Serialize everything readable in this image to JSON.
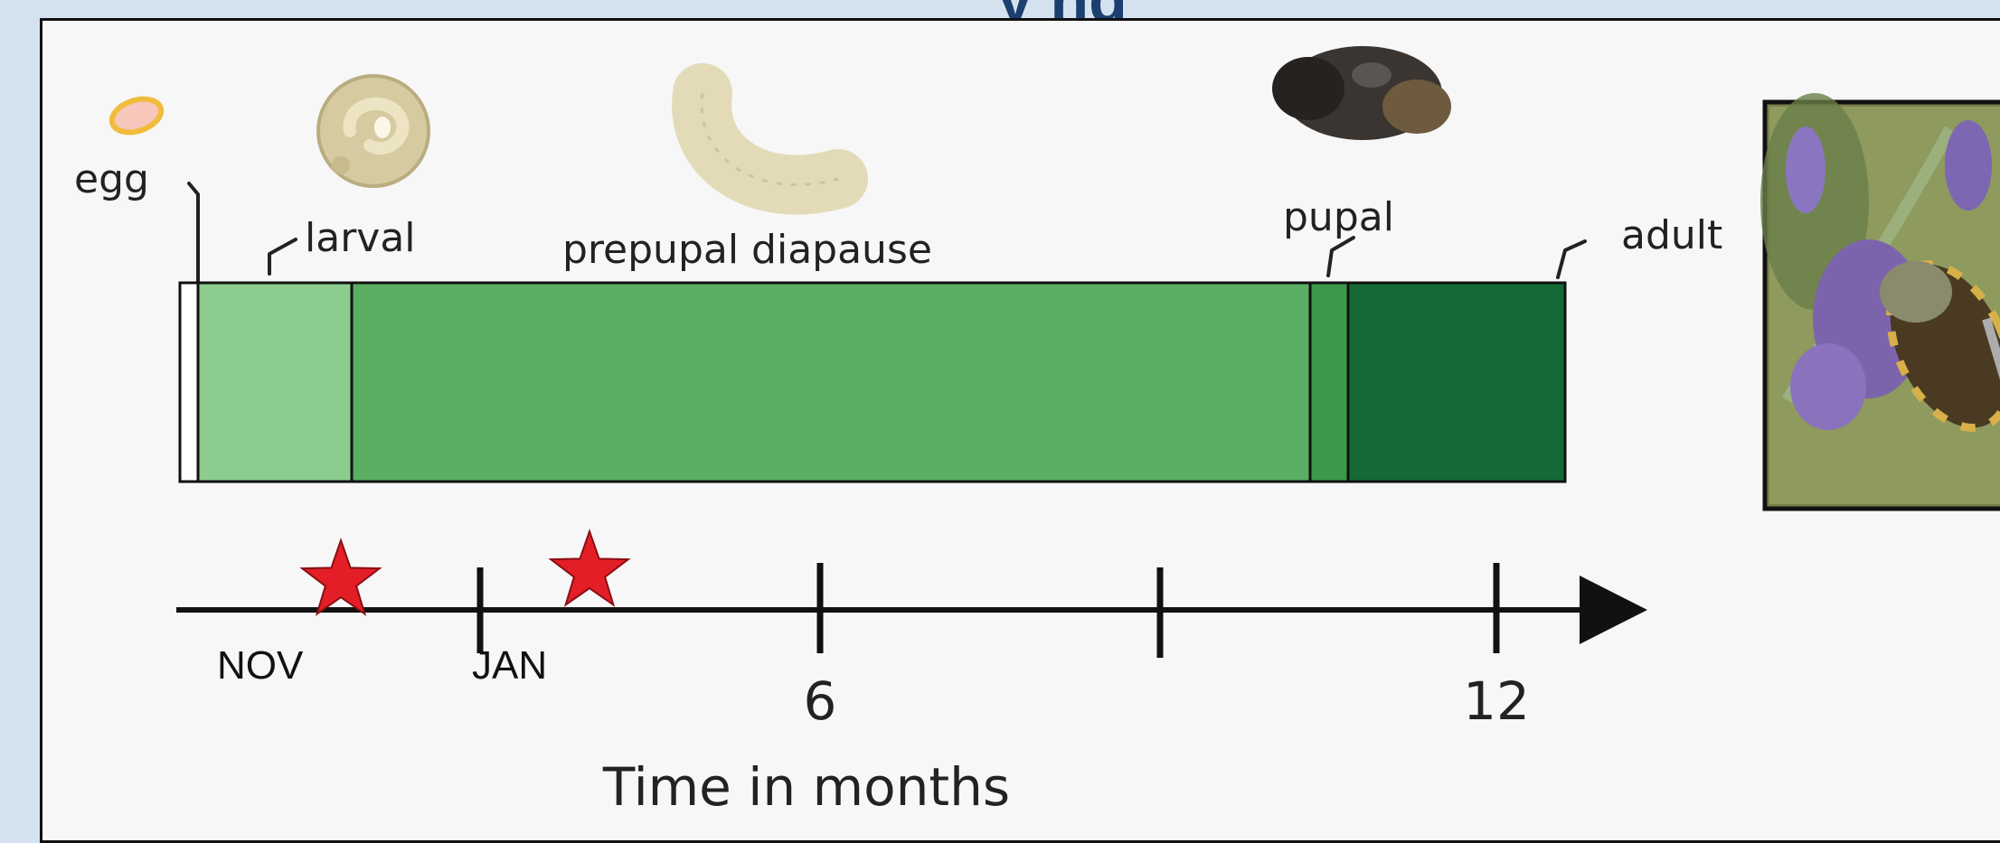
{
  "title_fragment": "y          ng",
  "stages": {
    "egg": "egg",
    "larval": "larval",
    "prepupal": "prepupal diapause",
    "pupal": "pupal",
    "adult": "adult"
  },
  "timeline": {
    "month_labels": [
      "NOV",
      "JAN"
    ],
    "ticks": [
      "6",
      "12"
    ],
    "axis_title": "Time in months"
  },
  "colors": {
    "panel_background": "#f7f7f7",
    "slide_background": "#d4e2ef",
    "egg_segment": "#ffffff",
    "larval_segment": "#8ccc8e",
    "prepupal_segment": "#5aae62",
    "pupal_segment": "#3a9a4a",
    "adult_segment": "#156a37",
    "star": "#e41e26"
  },
  "icons": [
    "egg-icon",
    "larva-icon",
    "prepupa-icon",
    "pupa-icon",
    "bee-photo",
    "star-icon"
  ]
}
